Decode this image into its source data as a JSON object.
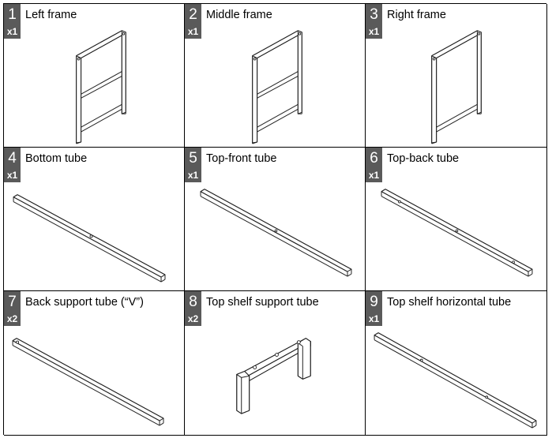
{
  "parts": [
    {
      "number": "1",
      "quantity": "x1",
      "name": "Left frame",
      "icon": "left-frame-drawing"
    },
    {
      "number": "2",
      "quantity": "x1",
      "name": "Middle frame",
      "icon": "middle-frame-drawing"
    },
    {
      "number": "3",
      "quantity": "x1",
      "name": "Right frame",
      "icon": "right-frame-drawing"
    },
    {
      "number": "4",
      "quantity": "x1",
      "name": "Bottom tube",
      "icon": "tube-drawing"
    },
    {
      "number": "5",
      "quantity": "x1",
      "name": "Top-front tube",
      "icon": "tube-drawing"
    },
    {
      "number": "6",
      "quantity": "x1",
      "name": "Top-back tube",
      "icon": "tube-drawing"
    },
    {
      "number": "7",
      "quantity": "x2",
      "name": "Back support tube (“V”)",
      "icon": "tube-drawing"
    },
    {
      "number": "8",
      "quantity": "x2",
      "name": "Top shelf support tube",
      "icon": "u-bracket-drawing"
    },
    {
      "number": "9",
      "quantity": "x1",
      "name": "Top shelf horizontal tube",
      "icon": "tube-drawing"
    }
  ]
}
